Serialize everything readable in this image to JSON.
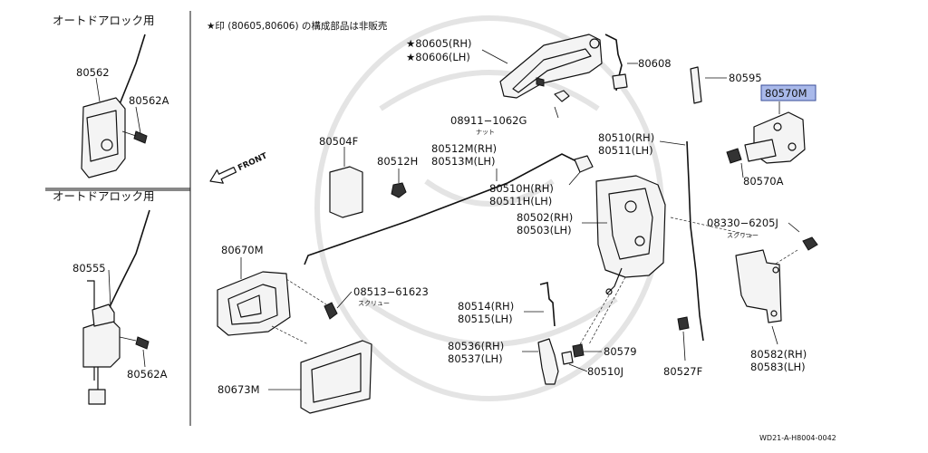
{
  "panels": {
    "top_title": "オートドアロック用",
    "bottom_title": "オートドアロック用"
  },
  "note": "★印 (80605,80606) の構成部品は非販売",
  "front_label": "FRONT",
  "diagram_code": "WD21-A-H8004-0042",
  "labels": {
    "p80562": "80562",
    "p80562A_top": "80562A",
    "p80555": "80555",
    "p80562A_bottom": "80562A",
    "p80605": "★80605(RH)",
    "p80606": "★80606(LH)",
    "p80608": "80608",
    "p80595": "80595",
    "p80570M": "80570M",
    "p08911": "08911−1062G",
    "p08911_sub": "ナット",
    "p80504F": "80504F",
    "p80512H": "80512H",
    "p80512M": "80512M(RH)",
    "p80513M": "80513M(LH)",
    "p80510": "80510(RH)",
    "p80511": "80511(LH)",
    "p80570A": "80570A",
    "p80510H": "80510H(RH)",
    "p80511H": "80511H(LH)",
    "p80502": "80502(RH)",
    "p80503": "80503(LH)",
    "p08330": "08330−6205J",
    "p08330_sub": "スクリュー",
    "p80670M": "80670M",
    "p08513": "08513−61623",
    "p08513_sub": "スクリュー",
    "p80514": "80514(RH)",
    "p80515": "80515(LH)",
    "p80536": "80536(RH)",
    "p80537": "80537(LH)",
    "p80579": "80579",
    "p80510J": "80510J",
    "p80527F": "80527F",
    "p80582": "80582(RH)",
    "p80583": "80583(LH)",
    "p80673M": "80673M"
  },
  "colors": {
    "highlight_fill": "#a9b9ea",
    "highlight_stroke": "#3b4f9a"
  }
}
